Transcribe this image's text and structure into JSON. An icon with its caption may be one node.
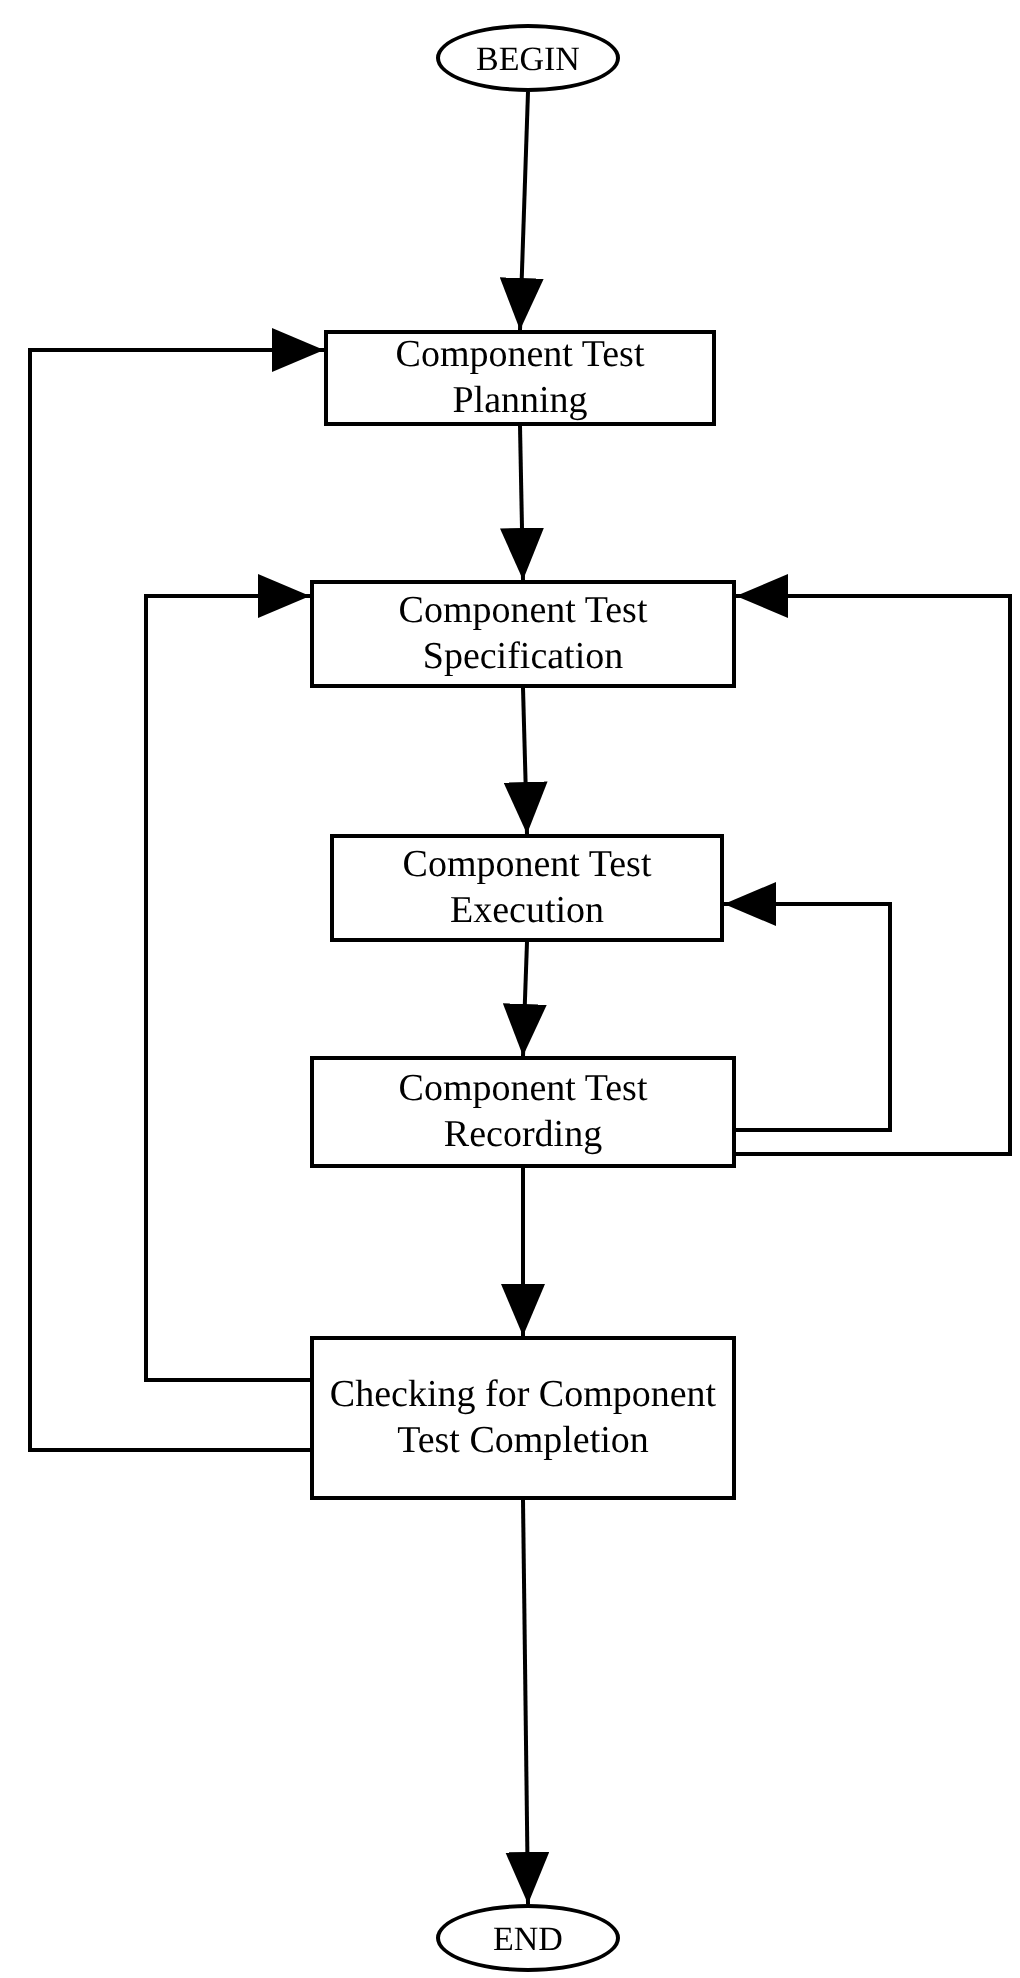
{
  "diagram": {
    "nodes": [
      {
        "text": [
          "BEGIN"
        ]
      },
      {
        "text": [
          "Component Test Planning"
        ]
      },
      {
        "text": [
          "Component Test Specification"
        ]
      },
      {
        "text": [
          "Component Test Execution"
        ]
      },
      {
        "text": [
          "Component Test Recording"
        ]
      },
      {
        "text": [
          "Checking for Component Test Completion"
        ]
      },
      {
        "text": [
          "END"
        ]
      }
    ],
    "edges": [
      {
        "from": 0,
        "to": 1,
        "arrow": "to"
      },
      {
        "from": 1,
        "to": 2,
        "arrow": "to"
      },
      {
        "from": 2,
        "to": 3,
        "arrow": "to"
      },
      {
        "from": 3,
        "to": 4,
        "arrow": "to"
      },
      {
        "from": 4,
        "to": 5,
        "arrow": "to"
      },
      {
        "from": 5,
        "to": 6,
        "arrow": "to"
      },
      {
        "from": 5,
        "to": 1,
        "arrow": "to"
      },
      {
        "from": 5,
        "to": 2,
        "arrow": "to"
      },
      {
        "from": 4,
        "to": 3,
        "arrow": "to"
      },
      {
        "from": 4,
        "to": 2,
        "arrow": "to"
      }
    ]
  }
}
